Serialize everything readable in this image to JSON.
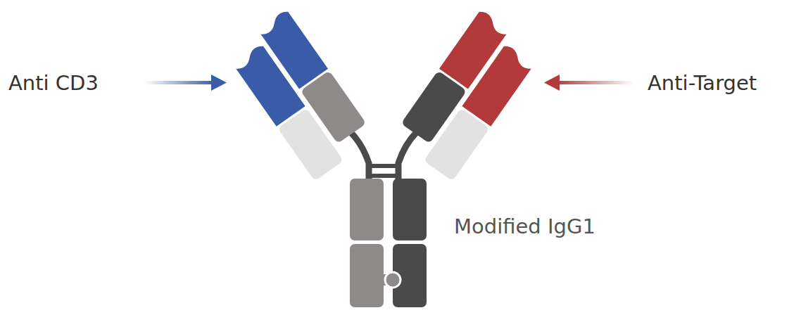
{
  "diagram": {
    "labels": [
      "Anti CD3",
      "Anti-Target",
      "Modified IgG1"
    ]
  }
}
